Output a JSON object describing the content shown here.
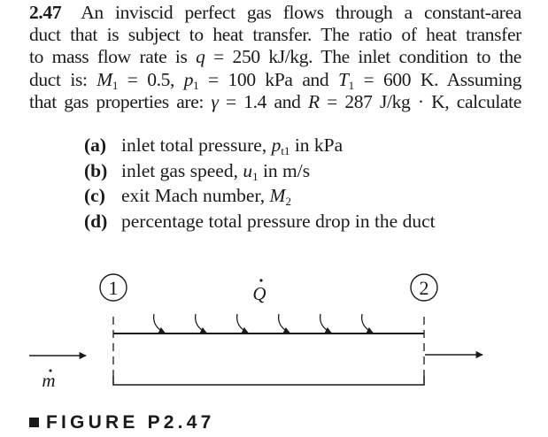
{
  "problem": {
    "number": "2.47",
    "lines": [
      "An inviscid perfect gas flows through a constant-area",
      "duct that is subject to heat transfer. The ratio of heat transfer"
    ],
    "line3_pre": "to mass flow rate is ",
    "line3_var": "q",
    "line3_post": " = 250 kJ/kg. The inlet condition to the",
    "line4": {
      "pre": "duct is: ",
      "M": "M",
      "M_sub": "1",
      "M_val": " = 0.5, ",
      "p": "p",
      "p_sub": "1",
      "p_val": " = 100 kPa and ",
      "T": "T",
      "T_sub": "1",
      "T_val": " = 600 K. Assuming"
    },
    "line5": {
      "pre": "that gas properties are: ",
      "gamma": "γ",
      "gamma_val": " = 1.4 and ",
      "R": "R",
      "R_val": " = 287 J/kg · K, calculate"
    }
  },
  "items": [
    {
      "label": "(a)",
      "text": "inlet total pressure, ",
      "var": "p",
      "sub": "t1",
      "post": " in kPa"
    },
    {
      "label": "(b)",
      "text": "inlet gas speed, ",
      "var": "u",
      "sub": "1",
      "post": " in m/s"
    },
    {
      "label": "(c)",
      "text": "exit Mach number, ",
      "var": "M",
      "sub": "2",
      "post": ""
    },
    {
      "label": "(d)",
      "text": "percentage total pressure drop in the duct",
      "var": "",
      "sub": "",
      "post": ""
    }
  ],
  "figure": {
    "station_1": "1",
    "station_2": "2",
    "heat_label": "Q",
    "mass_flow_label": "m",
    "heat_arrow_count": 6,
    "caption": "FIGURE P2.47",
    "line_color": "#1a1a1a"
  }
}
